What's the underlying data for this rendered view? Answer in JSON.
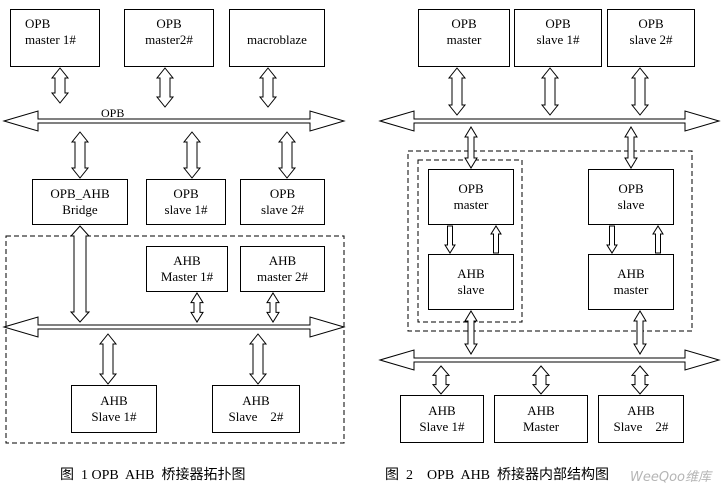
{
  "figure1": {
    "opb_master1": [
      "OPB",
      "master 1#"
    ],
    "opb_master2": [
      "OPB",
      "master2#"
    ],
    "macroblaze": [
      "macroblaze"
    ],
    "bus_label": "OPB",
    "opb_ahb_bridge": [
      "OPB_AHB",
      "Bridge"
    ],
    "opb_slave1": [
      "OPB",
      "slave 1#"
    ],
    "opb_slave2": [
      "OPB",
      "slave 2#"
    ],
    "ahb_master1": [
      "AHB",
      "Master 1#"
    ],
    "ahb_master2": [
      "AHB",
      "master 2#"
    ],
    "ahb_slave1": [
      "AHB",
      "Slave 1#"
    ],
    "ahb_slave2": [
      "AHB",
      "Slave    2#"
    ],
    "caption": "图  1 OPB  AHB  桥接器拓扑图"
  },
  "figure2": {
    "opb_master": [
      "OPB",
      "master"
    ],
    "opb_slave1": [
      "OPB",
      "slave 1#"
    ],
    "opb_slave2": [
      "OPB",
      "slave 2#"
    ],
    "bridge_opb_master": [
      "OPB",
      "master"
    ],
    "bridge_ahb_slave": [
      "AHB",
      "slave"
    ],
    "bridge_opb_slave": [
      "OPB",
      "slave"
    ],
    "bridge_ahb_master": [
      "AHB",
      "master"
    ],
    "ahb_slave1": [
      "AHB",
      "Slave 1#"
    ],
    "ahb_master": [
      "AHB",
      "Master"
    ],
    "ahb_slave2": [
      "AHB",
      "Slave    2#"
    ],
    "caption": "图  2    OPB  AHB  桥接器内部结构图"
  },
  "watermark": "WeeQoo维库"
}
